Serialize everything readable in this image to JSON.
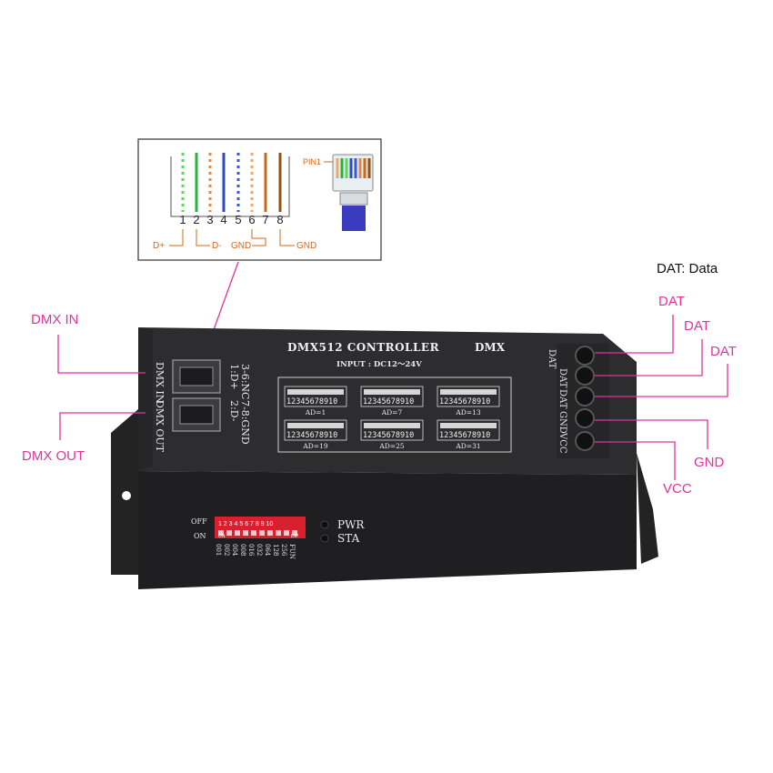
{
  "legend": {
    "title": "DAT: Data"
  },
  "callouts": {
    "dmx_in": "DMX IN",
    "dmx_out": "DMX OUT",
    "dat1": "DAT",
    "dat2": "DAT",
    "dat3": "DAT",
    "gnd": "GND",
    "vcc": "VCC"
  },
  "pinout": {
    "pin1_label": "PIN1",
    "numbers": [
      "1",
      "2",
      "3",
      "4",
      "5",
      "6",
      "7",
      "8"
    ],
    "labels": {
      "d_plus": "D+",
      "d_minus": "D-",
      "gnd_a": "GND",
      "gnd_b": "GND"
    },
    "wire_colors": [
      "#58d95a",
      "#26b33a",
      "#e08a45",
      "#2f49c9",
      "#3a57d9",
      "#f0a56a",
      "#c86a1e",
      "#9a4f14"
    ]
  },
  "device": {
    "title": "DMX512 CONTROLLER",
    "brand": "DMX",
    "input": "INPUT : DC12～24V",
    "side_labels": {
      "in": "DMX IN",
      "out": "DMX OUT"
    },
    "port_text": {
      "l1": "1:D+",
      "l2": "3-6:NC",
      "l3": "2:D-",
      "l4": "7-8:GND"
    },
    "dip_table": {
      "numbers": "12345678910",
      "cells": [
        "AD=1",
        "AD=7",
        "AD=13",
        "AD=19",
        "AD=25",
        "AD=31"
      ]
    },
    "terminals": [
      "DAT",
      "DAT",
      "DAT",
      "GND",
      "VCC"
    ],
    "front": {
      "off": "OFF",
      "on": "ON",
      "dip_numbers": "1 2 3 4 5 6 7 8 9 10",
      "on_tag": "ON",
      "dip_tag": "DIP",
      "values": [
        "001",
        "002",
        "004",
        "008",
        "016",
        "032",
        "064",
        "128",
        "256",
        "FUN"
      ],
      "pwr": "PWR",
      "sta": "STA"
    }
  },
  "colors": {
    "accent": "#e0349a",
    "device": "#2b2b2d",
    "pin_orange": "#d2691e"
  }
}
